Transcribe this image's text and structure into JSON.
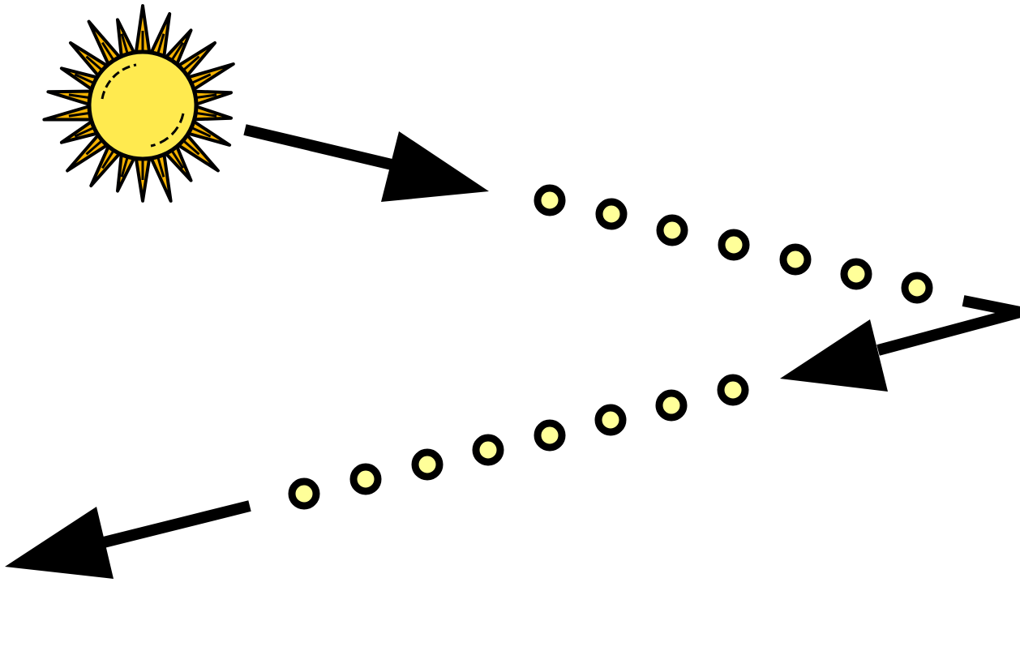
{
  "diagram": {
    "background_color": "#ffffff",
    "stroke_color": "#000000",
    "sun": {
      "icon": "sun-icon",
      "ray_color": "#f5b200",
      "disc_color": "#ffea4f"
    },
    "photon_dot_fill": "#ffff99",
    "incoming_path": {
      "arrow_count": 1,
      "dot_count": 7
    },
    "reflected_path": {
      "arrow_count": 2,
      "dot_count": 8
    }
  }
}
